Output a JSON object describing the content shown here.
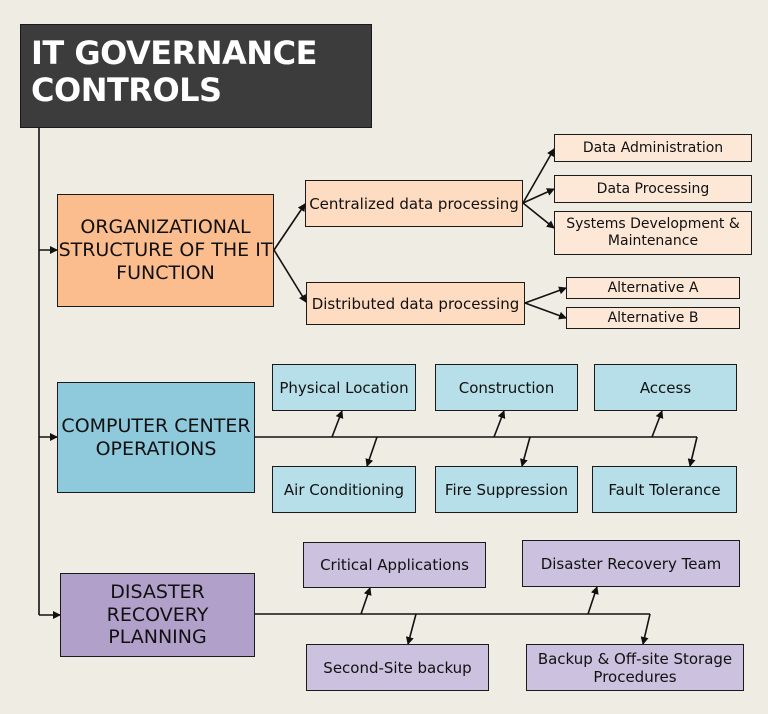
{
  "title": "IT GOVERNANCE CONTROLS",
  "org": {
    "label": "ORGANIZATIONAL STRUCTURE OF THE IT FUNCTION",
    "centralized": "Centralized data processing",
    "distributed": "Distributed data processing",
    "data_admin": "Data Administration",
    "data_processing": "Data Processing",
    "sys_dev": "Systems Development & Maintenance",
    "alt_a": "Alternative A",
    "alt_b": "Alternative B"
  },
  "ops": {
    "label": "COMPUTER CENTER OPERATIONS",
    "physical": "Physical Location",
    "construction": "Construction",
    "access": "Access",
    "air": "Air Conditioning",
    "fire": "Fire Suppression",
    "fault": "Fault Tolerance"
  },
  "drp": {
    "label": "DISASTER RECOVERY PLANNING",
    "critical": "Critical Applications",
    "team": "Disaster Recovery Team",
    "second_site": "Second-Site backup",
    "backup": "Backup & Off-site Storage Procedures"
  },
  "colors": {
    "background": "#eeece3",
    "title_bg": "#3c3c3c",
    "org": "#fbbd8e",
    "ops": "#8fcadc",
    "drp": "#b1a1ca"
  }
}
